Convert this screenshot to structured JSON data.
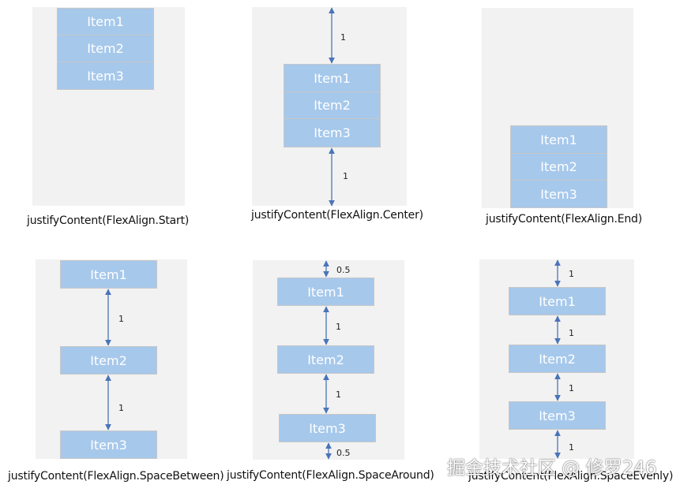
{
  "accent_colors": {
    "item_fill": "#a6c8eb",
    "item_border": "#c7c7c7",
    "panel_background": "#f2f2f2",
    "arrow": "#4a74b8"
  },
  "panels": [
    {
      "caption": "justifyContent(FlexAlign.Start)",
      "items": [
        "Item1",
        "Item2",
        "Item3"
      ],
      "gap_labels": []
    },
    {
      "caption": "justifyContent(FlexAlign.Center)",
      "items": [
        "Item1",
        "Item2",
        "Item3"
      ],
      "gap_labels": [
        "1",
        "1"
      ]
    },
    {
      "caption": "justifyContent(FlexAlign.End)",
      "items": [
        "Item1",
        "Item2",
        "Item3"
      ],
      "gap_labels": []
    },
    {
      "caption": "justifyContent(FlexAlign.SpaceBetween)",
      "items": [
        "Item1",
        "Item2",
        "Item3"
      ],
      "gap_labels": [
        "1",
        "1"
      ]
    },
    {
      "caption": "justifyContent(FlexAlign.SpaceAround)",
      "items": [
        "Item1",
        "Item2",
        "Item3"
      ],
      "gap_labels": [
        "0.5",
        "1",
        "1",
        "0.5"
      ]
    },
    {
      "caption": "justifyContent(FlexAlign.SpaceEvenly)",
      "items": [
        "Item1",
        "Item2",
        "Item3"
      ],
      "gap_labels": [
        "1",
        "1",
        "1",
        "1"
      ]
    }
  ],
  "watermark": "掘金技术社区 @ 修罗246"
}
